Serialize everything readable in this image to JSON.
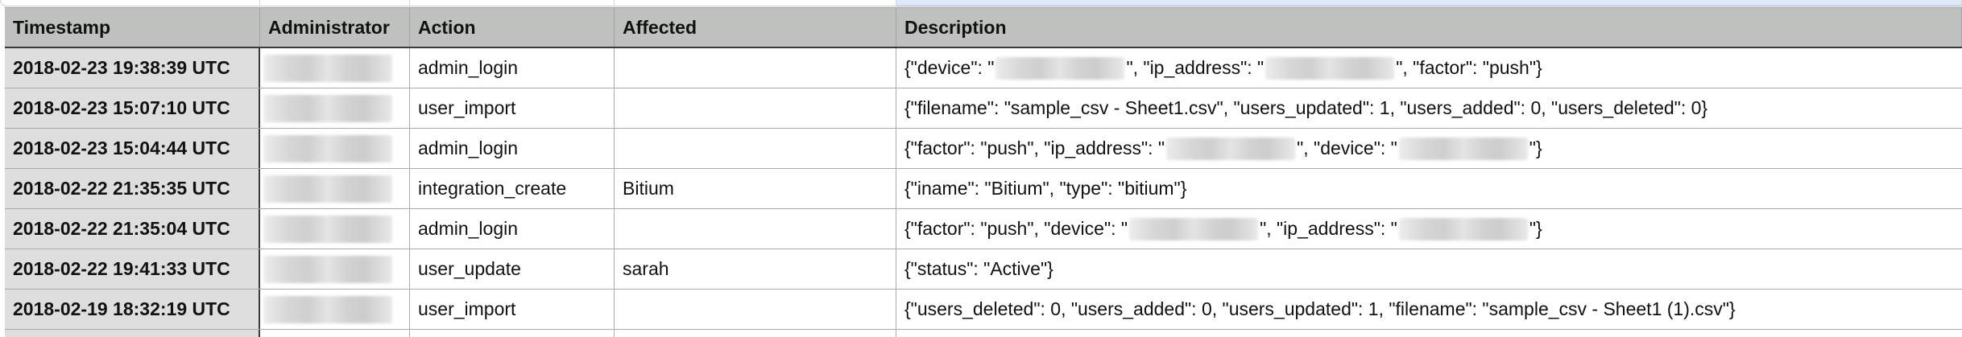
{
  "table": {
    "columns": [
      {
        "key": "timestamp",
        "label": "Timestamp"
      },
      {
        "key": "administrator",
        "label": "Administrator"
      },
      {
        "key": "action",
        "label": "Action"
      },
      {
        "key": "affected",
        "label": "Affected"
      },
      {
        "key": "description",
        "label": "Description"
      }
    ],
    "rows": [
      {
        "timestamp": "2018-02-23 19:38:39 UTC",
        "administrator": "[redacted]",
        "action": "admin_login",
        "affected": "",
        "description_parts": [
          "{\"device\": \"",
          "[redacted]",
          "\", \"ip_address\": \"",
          "[redacted]",
          "\", \"factor\": \"push\"}"
        ]
      },
      {
        "timestamp": "2018-02-23 15:07:10 UTC",
        "administrator": "[redacted]",
        "action": "user_import",
        "affected": "",
        "description": "{\"filename\": \"sample_csv - Sheet1.csv\", \"users_updated\": 1, \"users_added\": 0, \"users_deleted\": 0}"
      },
      {
        "timestamp": "2018-02-23 15:04:44 UTC",
        "administrator": "[redacted]",
        "action": "admin_login",
        "affected": "",
        "description_parts": [
          "{\"factor\": \"push\", \"ip_address\": \"",
          "[redacted]",
          "\", \"device\": \"",
          "[redacted]",
          "\"}"
        ]
      },
      {
        "timestamp": "2018-02-22 21:35:35 UTC",
        "administrator": "[redacted]",
        "action": "integration_create",
        "affected": "Bitium",
        "description": "{\"iname\": \"Bitium\", \"type\": \"bitium\"}"
      },
      {
        "timestamp": "2018-02-22 21:35:04 UTC",
        "administrator": "[redacted]",
        "action": "admin_login",
        "affected": "",
        "description_parts": [
          "{\"factor\": \"push\", \"device\": \"",
          "[redacted]",
          "\", \"ip_address\": \"",
          "[redacted]",
          "\"}"
        ]
      },
      {
        "timestamp": "2018-02-22 19:41:33 UTC",
        "administrator": "[redacted]",
        "action": "user_update",
        "affected": "sarah",
        "description": "{\"status\": \"Active\"}"
      },
      {
        "timestamp": "2018-02-19 18:32:19 UTC",
        "administrator": "[redacted]",
        "action": "user_import",
        "affected": "",
        "description": "{\"users_deleted\": 0, \"users_added\": 0, \"users_updated\": 1, \"filename\": \"sample_csv - Sheet1 (1).csv\"}"
      }
    ]
  },
  "colors": {
    "header_bg": "#bfc1bf",
    "frozen_column_bg": "#dedede",
    "cell_bg": "#ffffff",
    "selected_column_strip": "#dde9f8",
    "grid_line": "#a9a9a9",
    "freeze_line": "#3a3a3a"
  }
}
